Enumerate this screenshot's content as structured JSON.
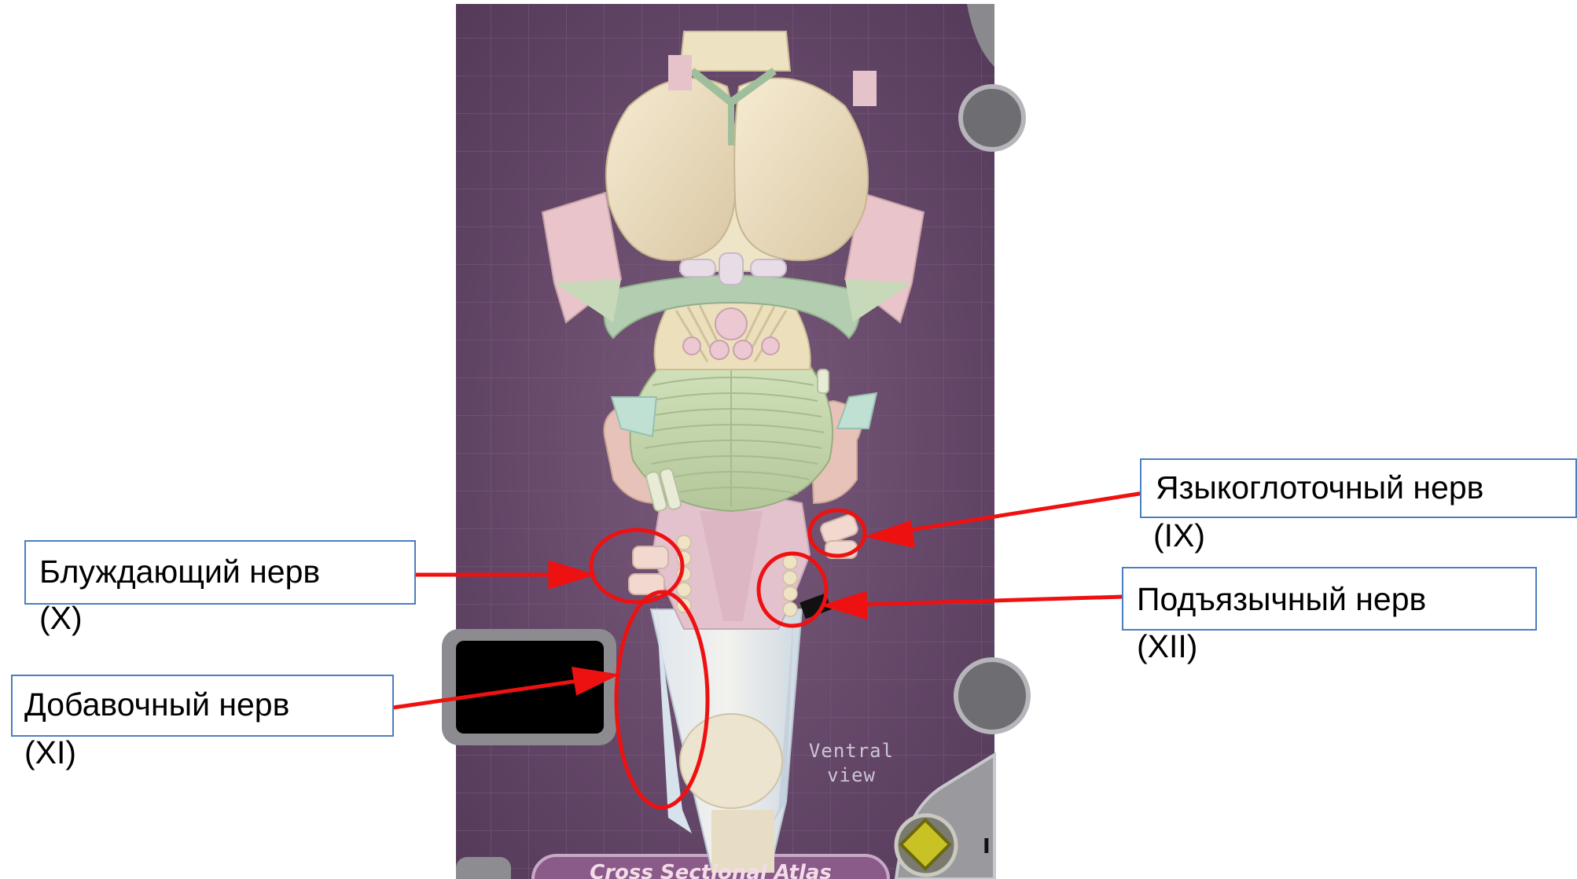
{
  "image": {
    "view_label_line1": "Ventral",
    "view_label_line2": "view",
    "bottom_button_label": "Cross Sectional Atlas",
    "corner_button_label": "I"
  },
  "labels": [
    {
      "id": "vagus",
      "line1": "Блуждающий нерв",
      "line2": "(X)"
    },
    {
      "id": "accessory",
      "line1": "Добавочный нерв",
      "line2": "(XI)"
    },
    {
      "id": "glossopharyngeal",
      "line1": "Языкоглоточный нерв",
      "line2": "(IX)"
    },
    {
      "id": "hypoglossal",
      "line1": "Подъязычный нерв",
      "line2": "(XII)"
    }
  ],
  "colors": {
    "annotation": "#ee1111",
    "label_border": "#4a7fbf",
    "background_panel": "#6b4a6e",
    "brain_cream": "#eee0c4",
    "brain_green": "#c6d8ad",
    "brain_pink": "#e6bfc9"
  }
}
